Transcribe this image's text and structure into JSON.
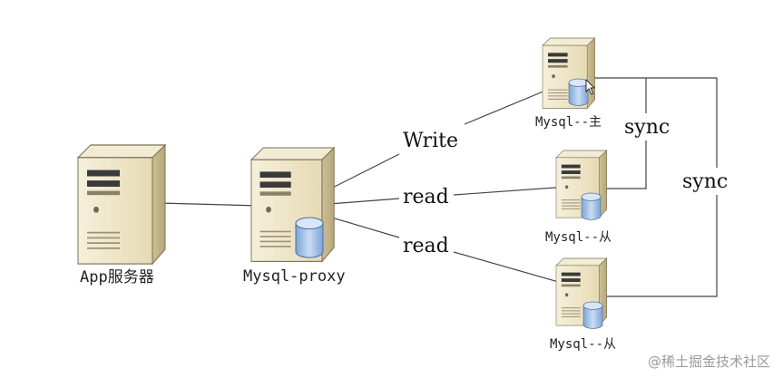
{
  "nodes": {
    "app": {
      "label": "App服务器"
    },
    "proxy": {
      "label": "Mysql-proxy"
    },
    "master": {
      "label": "Mysql--主"
    },
    "slave1": {
      "label": "Mysql--从"
    },
    "slave2": {
      "label": "Mysql--从"
    }
  },
  "edges": {
    "write": "Write",
    "read1": "read",
    "read2": "read",
    "sync1": "sync",
    "sync2": "sync"
  },
  "colors": {
    "server_body": "#efe6c8",
    "server_side": "#cdbf95",
    "server_outline": "#7a7055",
    "database": "#9fbfe6",
    "line": "#444444"
  },
  "watermark": "@稀土掘金技术社区"
}
